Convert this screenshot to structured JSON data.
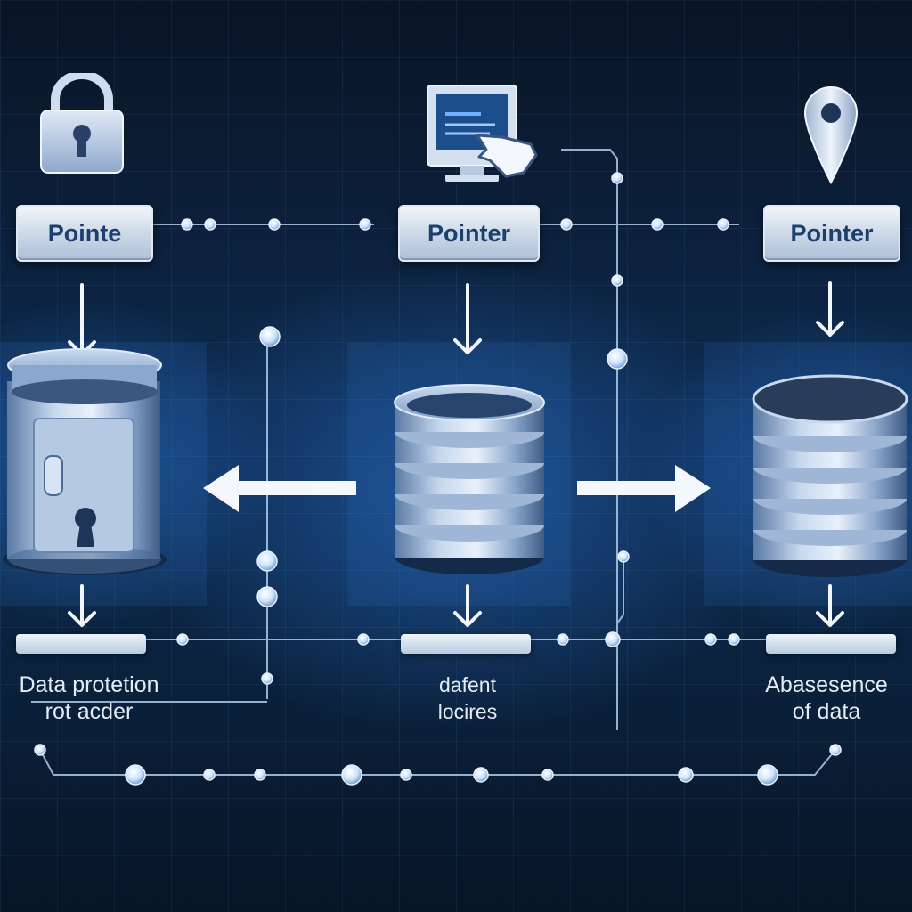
{
  "nodes": [
    {
      "label": "Pointe",
      "caption_line1": "Data protetion",
      "caption_line2": "rot acder"
    },
    {
      "label": "Pointer",
      "caption_line1": "dafent",
      "caption_line2": "locires"
    },
    {
      "label": "Pointer",
      "caption_line1": "Abasesence",
      "caption_line2": "of data"
    }
  ],
  "icons": [
    "padlock-icon",
    "computer-pointer-icon",
    "location-pin-icon"
  ],
  "colors": {
    "accent": "#2d7fe0",
    "label_text": "#1d3f6e",
    "wire": "#aecbea"
  }
}
